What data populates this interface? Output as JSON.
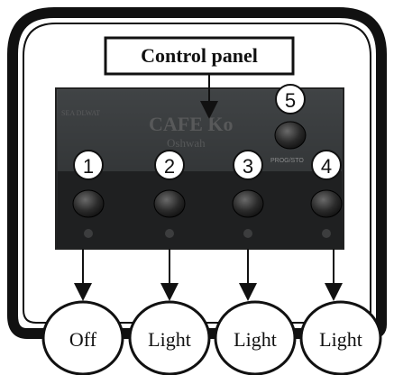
{
  "title": "Control panel",
  "markers": [
    "1",
    "2",
    "3",
    "4",
    "5"
  ],
  "outputs": [
    "Off",
    "Light",
    "Light",
    "Light"
  ],
  "panel_text": {
    "brand": "CAFE Ko",
    "sub": "Oshwah",
    "side": "PROG/STO",
    "left": "SEA DLWAT"
  },
  "colors": {
    "frame": "#111111",
    "panel": "#2b2d2e",
    "button": "#3a3a3a"
  }
}
